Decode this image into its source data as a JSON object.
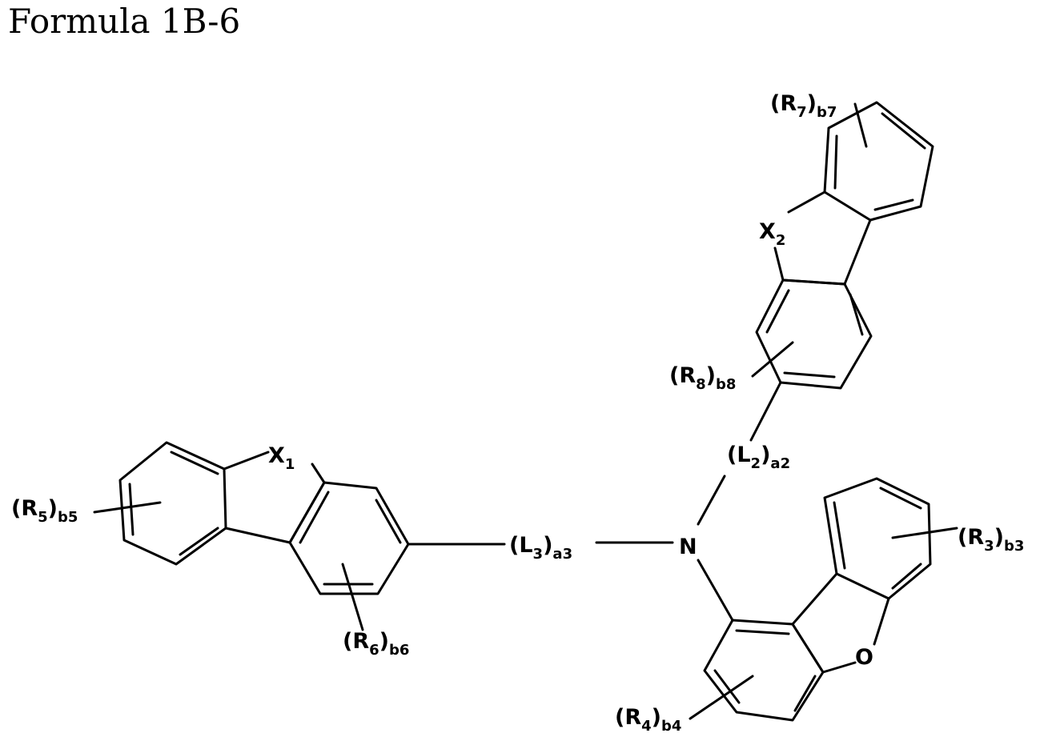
{
  "title": "Formula 1B-6",
  "labels": {
    "x1": {
      "main": "X",
      "sub": "1"
    },
    "x2": {
      "main": "X",
      "sub": "2"
    },
    "n": {
      "main": "N"
    },
    "o": {
      "main": "O"
    },
    "r3": {
      "open": "(R",
      "sub1": "3",
      "close": ")",
      "sub2": "b3"
    },
    "r4": {
      "open": "(R",
      "sub1": "4",
      "close": ")",
      "sub2": "b4"
    },
    "r5": {
      "open": "(R",
      "sub1": "5",
      "close": ")",
      "sub2": "b5"
    },
    "r6": {
      "open": "(R",
      "sub1": "6",
      "close": ")",
      "sub2": "b6"
    },
    "r7": {
      "open": "(R",
      "sub1": "7",
      "close": ")",
      "sub2": "b7"
    },
    "r8": {
      "open": "(R",
      "sub1": "8",
      "close": ")",
      "sub2": "b8"
    },
    "l2": {
      "open": "(L",
      "sub1": "2",
      "close": ")",
      "sub2": "a2"
    },
    "l3": {
      "open": "(L",
      "sub1": "3",
      "close": ")",
      "sub2": "a3"
    }
  }
}
